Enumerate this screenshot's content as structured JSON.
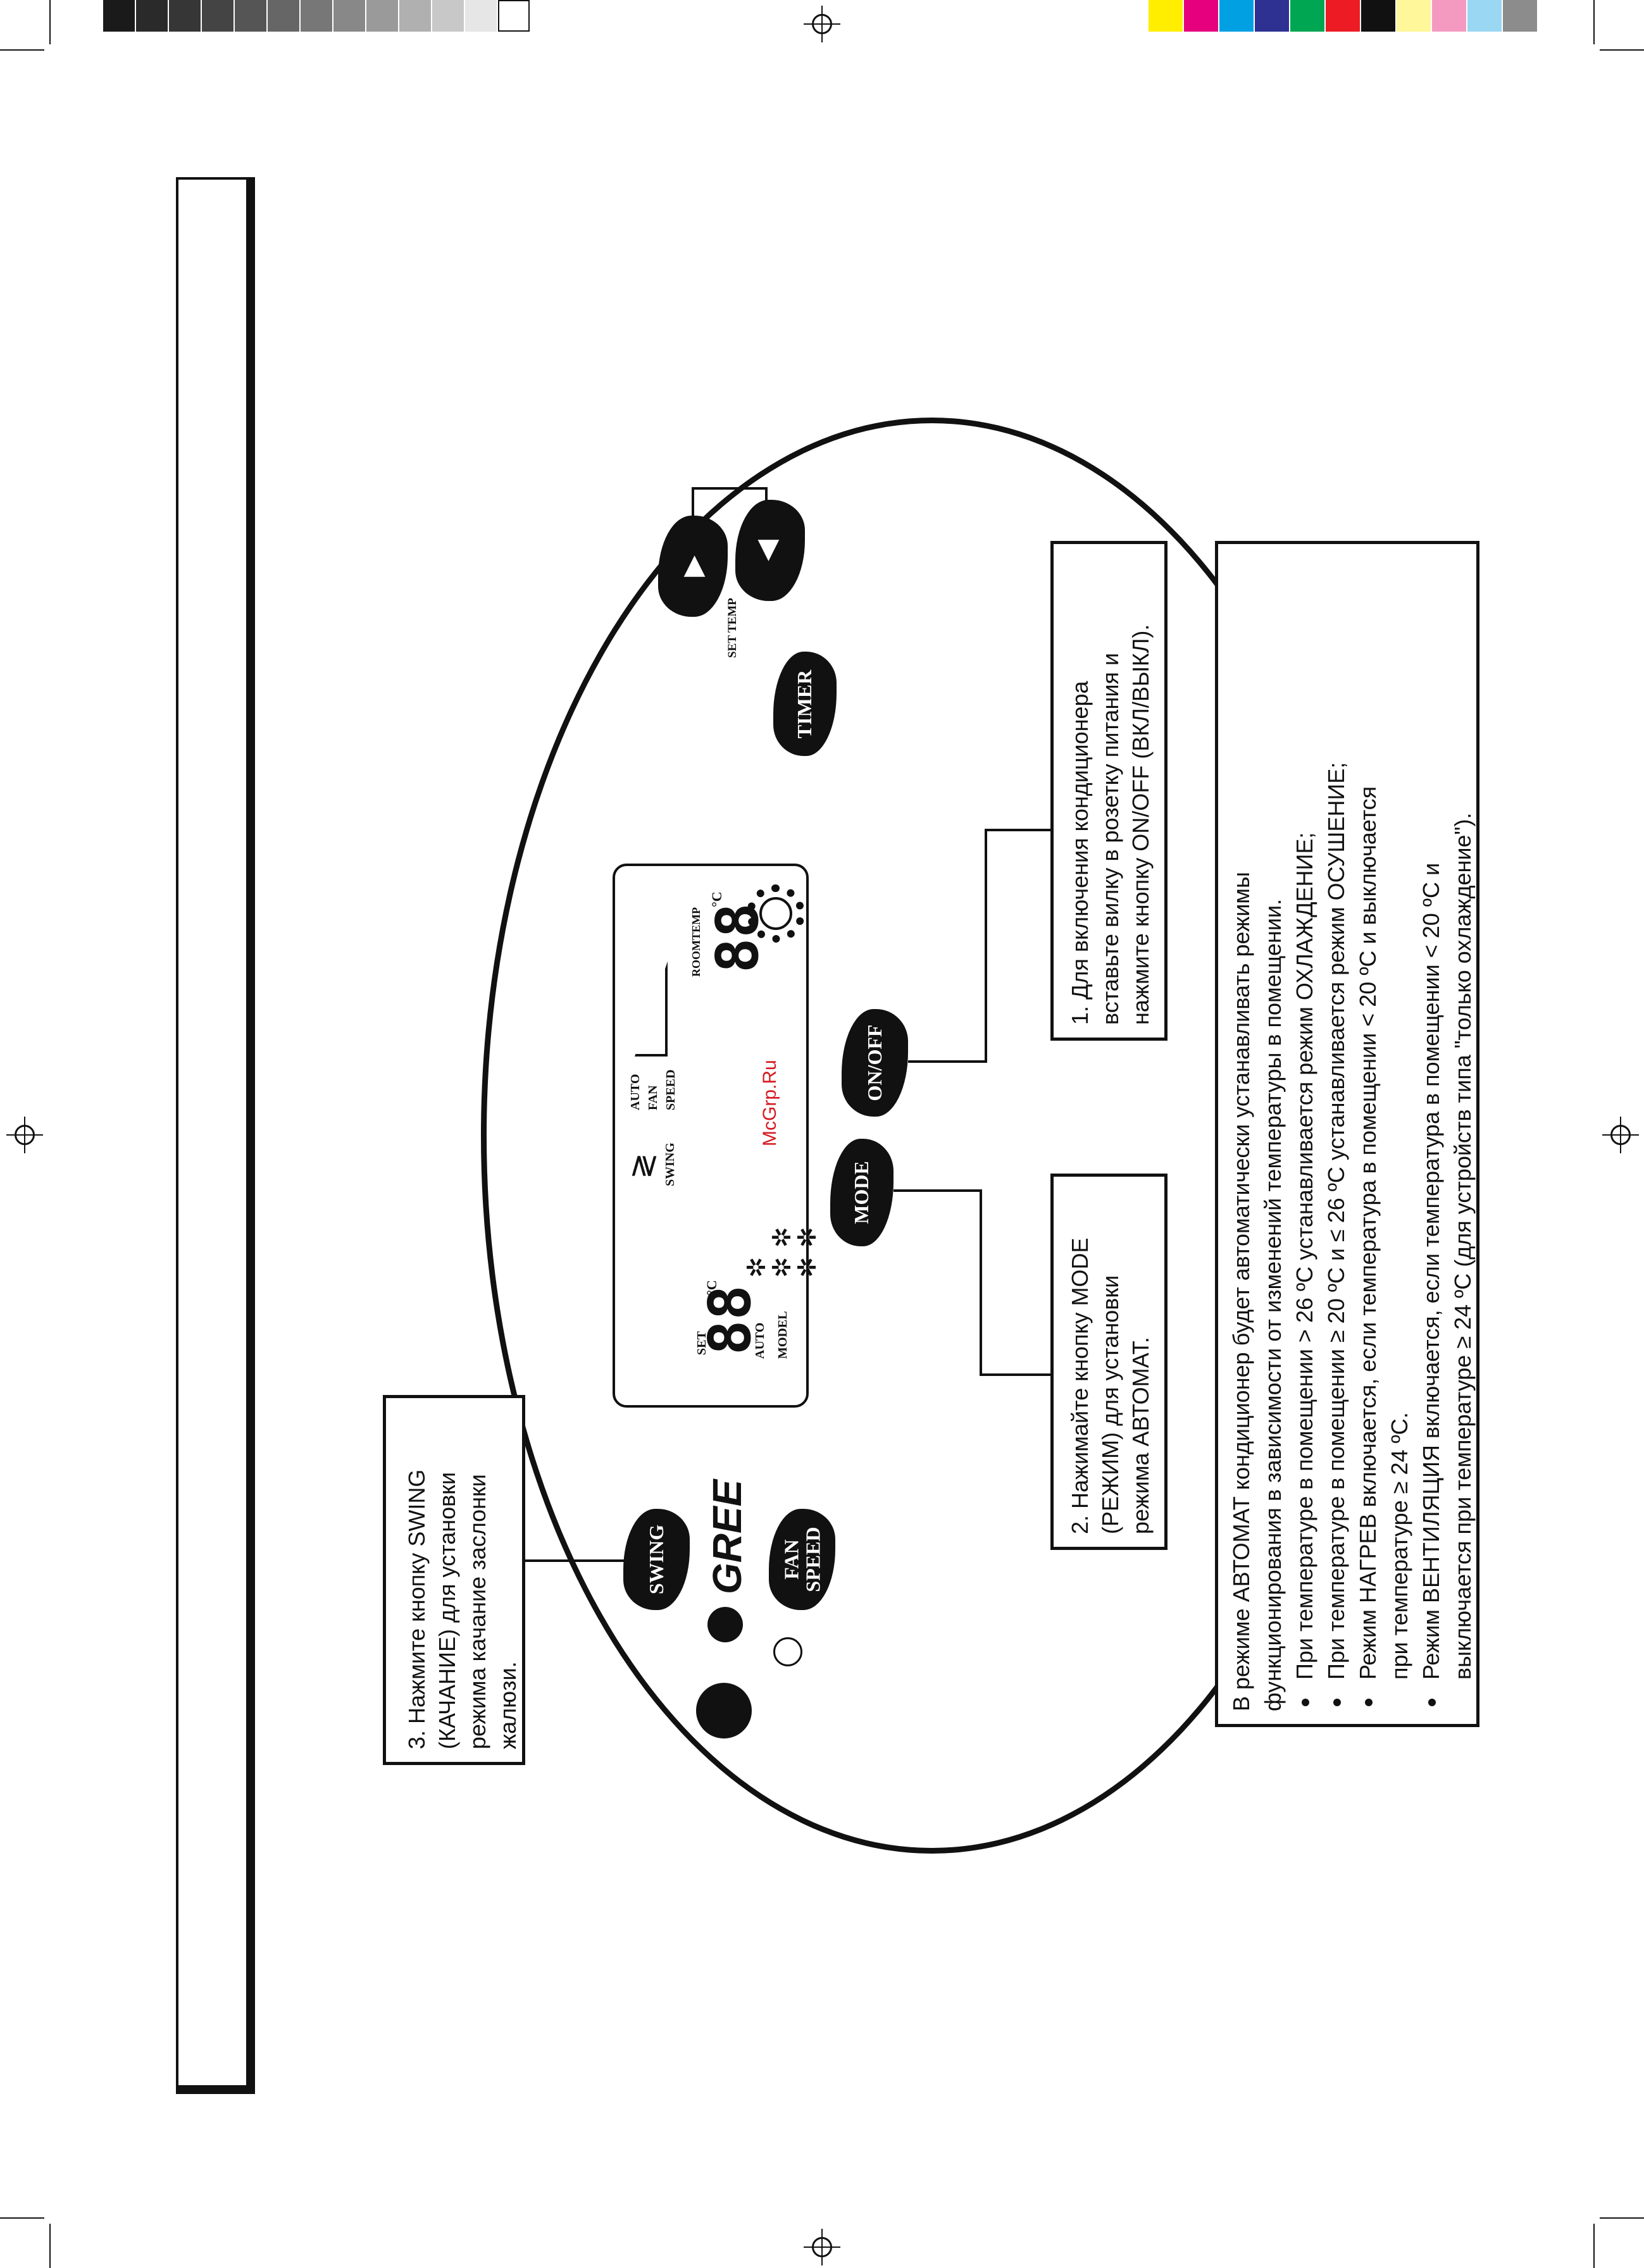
{
  "color_bar_left": [
    "#1a1a1a",
    "#2a2a2a",
    "#363636",
    "#444444",
    "#555555",
    "#666666",
    "#777777",
    "#888888",
    "#9a9a9a",
    "#b0b0b0",
    "#c8c8c8",
    "#e6e6e6",
    "#ffffff"
  ],
  "color_bar_right": [
    "#ffee00",
    "#e6007e",
    "#00a0e3",
    "#2e3192",
    "#00a651",
    "#ed1c24",
    "#111111",
    "#fff799",
    "#f49ac1",
    "#9ad7f2",
    "#8c8c8c"
  ],
  "remote": {
    "buttons": {
      "swing": "SWING",
      "fan_speed": "FAN\nSPEED",
      "mode": "MODE",
      "on_off": "ON/OFF",
      "timer": "TIMER"
    },
    "brand": "GREE",
    "set_temp_label": "SET TEMP",
    "lcd": {
      "set_label": "SET",
      "set_digits": "88",
      "set_unit": "°C",
      "auto_label": "AUTO",
      "model_label": "MODEL",
      "swing_label": "SWING",
      "auto_fan_speed": "AUTO\nFAN\nSPEED",
      "roomtemp_label": "ROOMTEMP",
      "room_digits": "88",
      "room_unit": "°C"
    }
  },
  "watermark": "McGrp.Ru",
  "callouts": {
    "swing": "3. Нажмите кнопку SWING\n(КАЧАНИЕ) для установки\nрежима качание заслонки\nжалюзи.",
    "mode": "2. Нажимайте кнопку MODE\n(РЕЖИМ) для установки\nрежима АВТОМАТ.",
    "on_off": "1. Для включения кондиционера\nвставьте вилку в розетку питания и\nнажмите кнопку ON/OFF (ВКЛ/ВЫКЛ)."
  },
  "info_box": {
    "intro_1": "В режиме АВТОМАТ кондиционер будет автоматически устанавливать режимы",
    "intro_2": "функционирования в зависимости от изменений температуры в помещении.",
    "bullet_1": "При температуре в помещении > 26 ºС устанавливается режим ОХЛАЖДЕНИЕ;",
    "bullet_2": "При температуре в помещении ≥ 20 ºС  и ≤ 26 ºС устанавливается режим ОСУШЕНИЕ;",
    "bullet_3a": "Режим НАГРЕВ включается, если температура в помещении < 20 ºС и выключается",
    "bullet_3b": "при температуре ≥ 24 ºС.",
    "bullet_4a": "Режим ВЕНТИЛЯЦИЯ включается, если температура в помещении < 20 ºС и",
    "bullet_4b": "выключается при температуре ≥ 24 ºС (для устройств типа \"только охлаждение\")."
  }
}
